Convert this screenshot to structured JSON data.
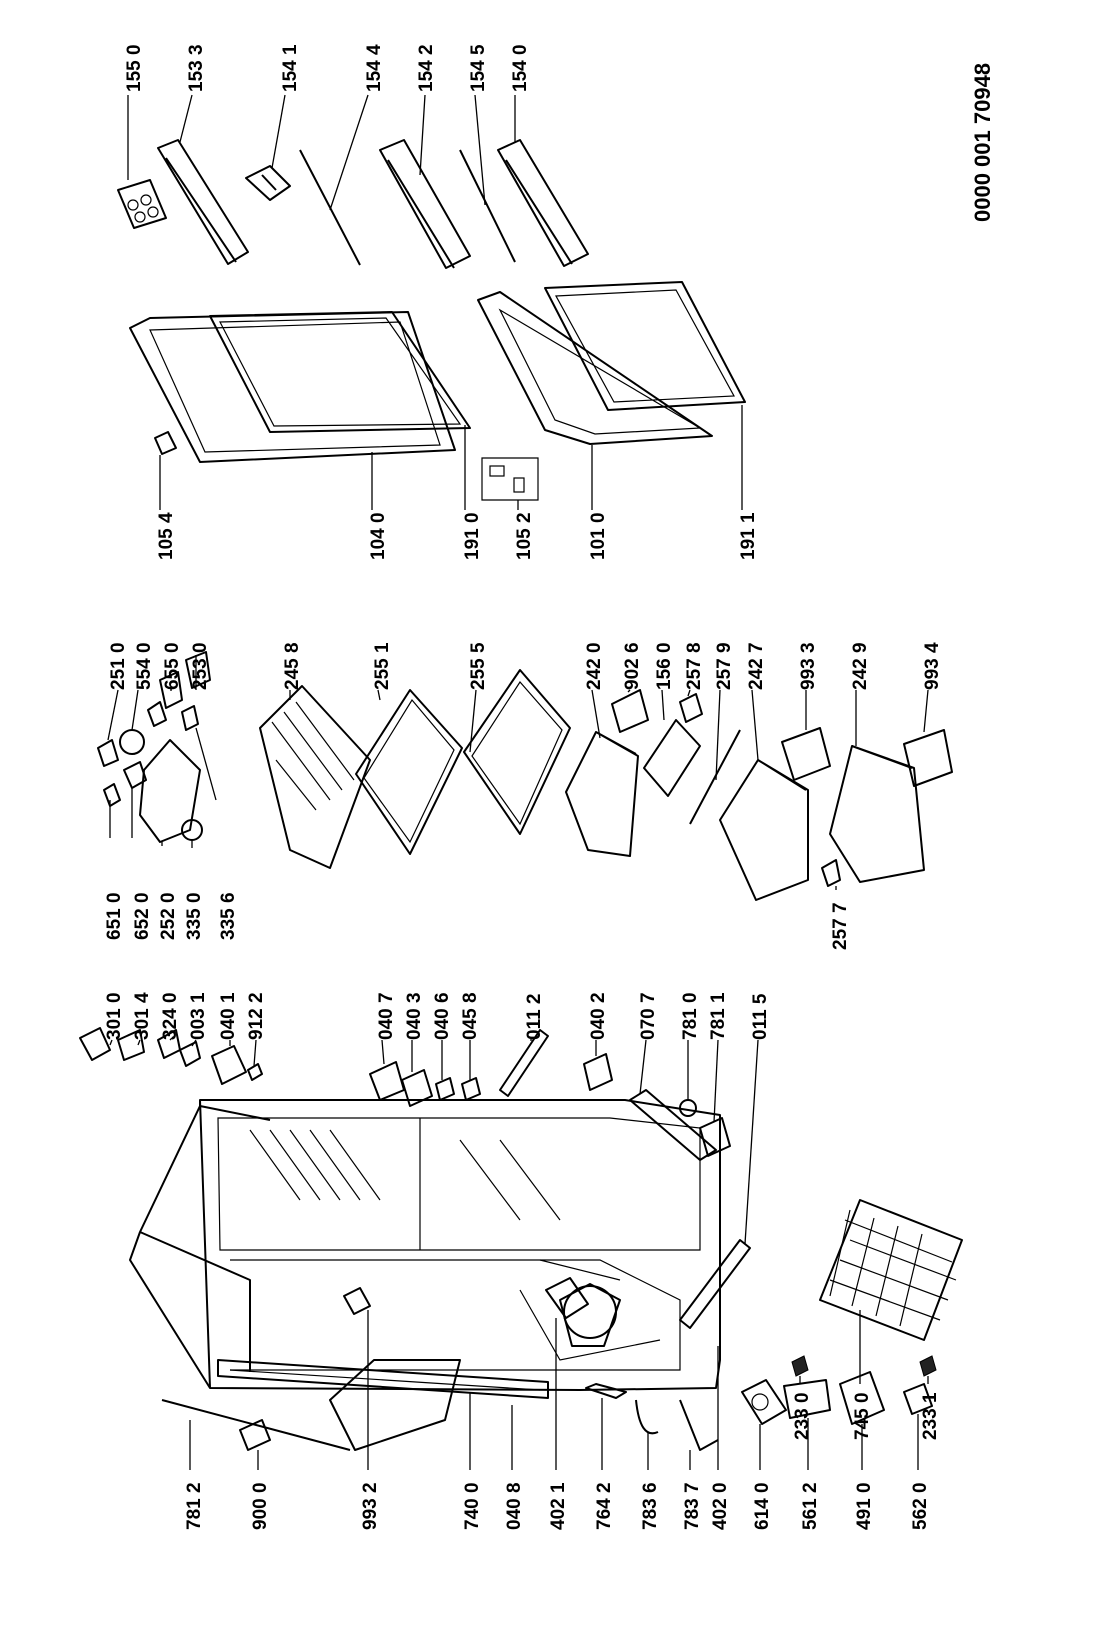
{
  "document_code": "0000 001 70948",
  "labels": {
    "l1550": "155 0",
    "l1533": "153 3",
    "l1541": "154 1",
    "l1544": "154 4",
    "l1542": "154 2",
    "l1545": "154 5",
    "l1540": "154 0",
    "l1054": "105 4",
    "l1040": "104 0",
    "l1910": "191 0",
    "l1052": "105 2",
    "l1010": "101 0",
    "l1911": "191 1",
    "l6510": "651 0",
    "l6520": "652 0",
    "l2520": "252 0",
    "l3350": "335 0",
    "l3356": "335 6",
    "l2510": "251 0",
    "l5540": "554 0",
    "l6550": "655 0",
    "l2530": "253 0",
    "l2458": "245 8",
    "l2551": "255 1",
    "l2555": "255 5",
    "l2420": "242 0",
    "l9026": "902 6",
    "l1560": "156 0",
    "l2578": "257 8",
    "l2579": "257 9",
    "l2427": "242 7",
    "l9933": "993 3",
    "l2429": "242 9",
    "l9934": "993 4",
    "l2577": "257 7",
    "l3010": "301 0",
    "l3014": "301 4",
    "l3240": "324 0",
    "l0031": "003 1",
    "l0401": "040 1",
    "l9122": "912 2",
    "l0407": "040 7",
    "l0403": "040 3",
    "l0406": "040 6",
    "l0458": "045 8",
    "l0112": "011 2",
    "l0402": "040 2",
    "l0707": "070 7",
    "l7810": "781 0",
    "l7811": "781 1",
    "l0115": "011 5",
    "l2330": "233 0",
    "l7450": "745 0",
    "l2331": "233 1",
    "l7812": "781 2",
    "l9000": "900 0",
    "l9932": "993 2",
    "l7400": "740 0",
    "l0408": "040 8",
    "l4021": "402 1",
    "l7642": "764 2",
    "l7836": "783 6",
    "l7837": "783 7",
    "l4020": "402 0",
    "l6140": "614 0",
    "l5612": "561 2",
    "l4910": "491 0",
    "l5620": "562 0"
  }
}
